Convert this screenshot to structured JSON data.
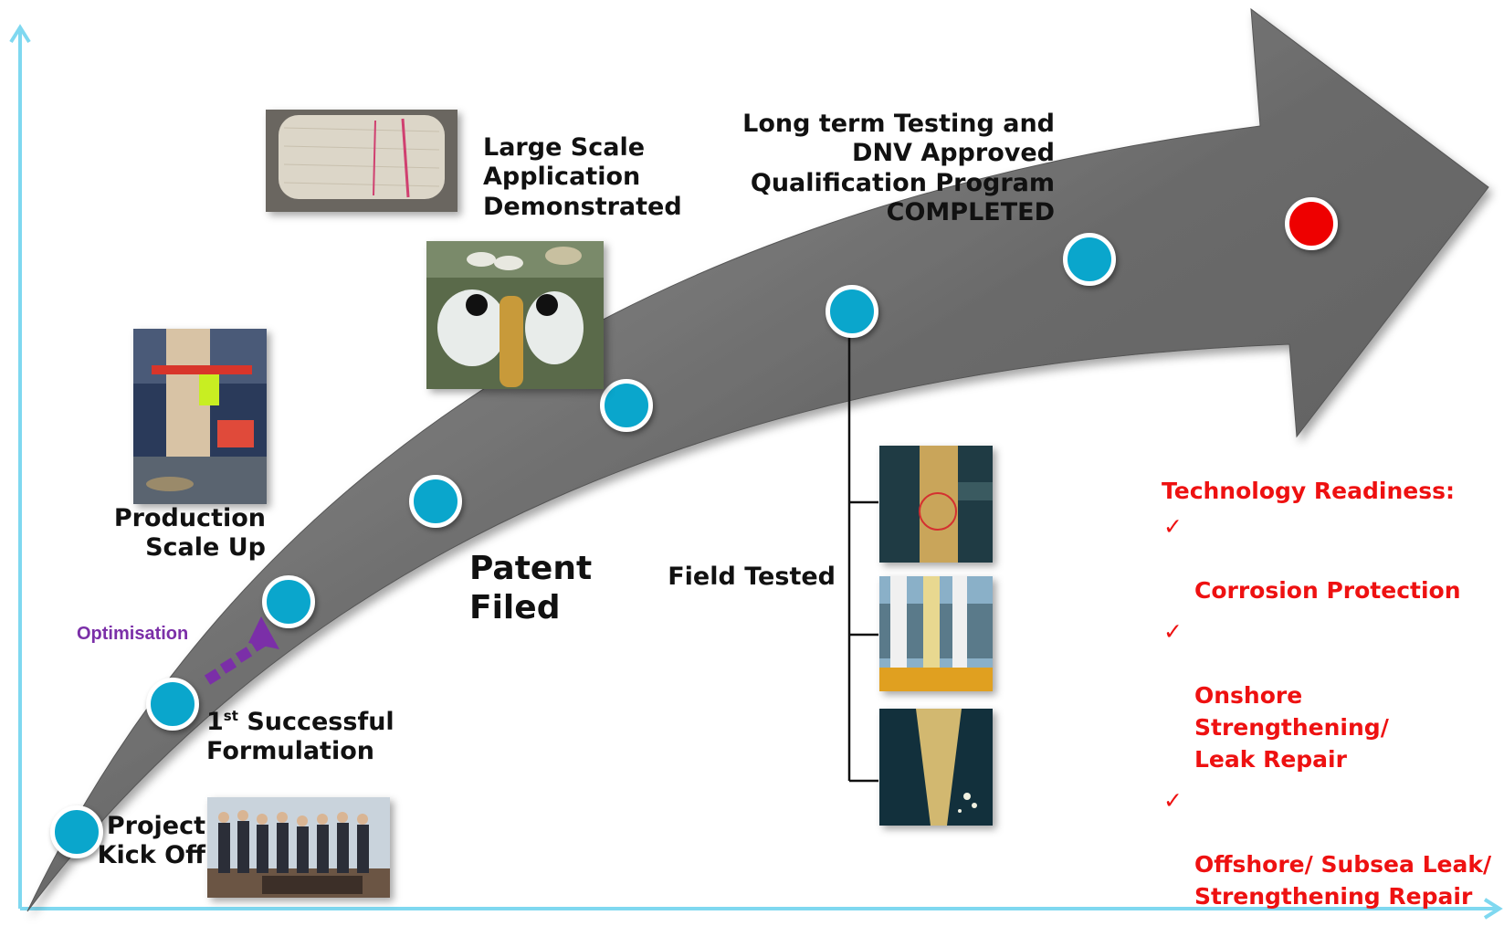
{
  "stages": [
    {
      "id": "kickoff",
      "lines": [
        "Project",
        "Kick Off"
      ]
    },
    {
      "id": "formulation",
      "sup": "st",
      "lines": [
        "1",
        "Successful",
        "Formulation"
      ]
    },
    {
      "id": "scaleup",
      "lines": [
        "Production",
        "Scale Up"
      ]
    },
    {
      "id": "patent",
      "lines": [
        "Patent",
        "Filed"
      ]
    },
    {
      "id": "largescale",
      "lines": [
        "Large Scale",
        "Application",
        "Demonstrated"
      ]
    },
    {
      "id": "fieldtest",
      "lines": [
        "Field Tested"
      ]
    },
    {
      "id": "qualification",
      "lines": [
        "Long term Testing and",
        "DNV Approved",
        "Qualification  Program",
        "COMPLETED"
      ]
    }
  ],
  "optimisation_label": "Optimisation",
  "readiness": {
    "title": "Technology Readiness:",
    "check_glyph": "✓",
    "items": [
      "Corrosion Protection",
      "Onshore Strengthening/\nLeak Repair",
      "Offshore/ Subsea Leak/\nStrengthening Repair"
    ]
  },
  "colors": {
    "arrow": "#6e6e6e",
    "node": "#0aa6cc",
    "final_node": "#ee0000",
    "axis": "#7fd8f0",
    "text": "#111111",
    "readiness_text": "#ee1111",
    "optimisation": "#7b2fa8"
  }
}
